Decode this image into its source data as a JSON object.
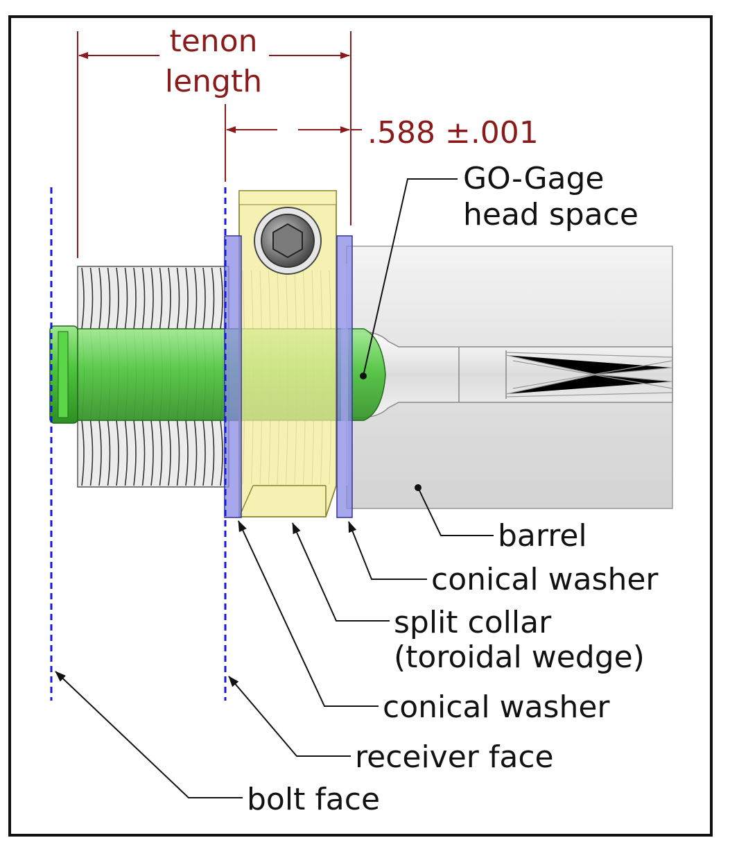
{
  "dimensions": {
    "tenon_line1": "tenon",
    "tenon_line2": "length",
    "headspace_value": ".588 ±.001"
  },
  "labels": {
    "go_gage_line1": "GO-Gage",
    "go_gage_line2": "head space",
    "barrel": "barrel",
    "conical_washer_right": "conical washer",
    "split_collar_line1": "split collar",
    "split_collar_line2": "(toroidal wedge)",
    "conical_washer_left": "conical washer",
    "receiver_face": "receiver face",
    "bolt_face": "bolt face"
  },
  "colors": {
    "dimension": "#8b1a1a",
    "reference_line": "#1515e0",
    "go_gage": "#4cc43a",
    "split_collar": "#f2ec9a",
    "conical_washer": "#8a8ae6",
    "barrel": "#e2e2e2"
  }
}
